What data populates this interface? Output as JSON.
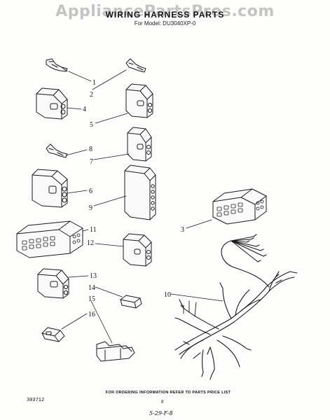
{
  "watermark": "AppliancePartsPros.com",
  "title": "WIRING HARNESS PARTS",
  "model": "For Model: DU3040XP-0",
  "callouts": [
    "1",
    "2",
    "3",
    "4",
    "5",
    "6",
    "7",
    "8",
    "9",
    "10",
    "11",
    "12",
    "13",
    "14",
    "15",
    "16"
  ],
  "footer_note": "FOR ORDERING INFORMATION REFER TO PARTS PRICE LIST",
  "doc_code": "303712",
  "page_number": "8",
  "handwritten_note": "5-29-F-8"
}
